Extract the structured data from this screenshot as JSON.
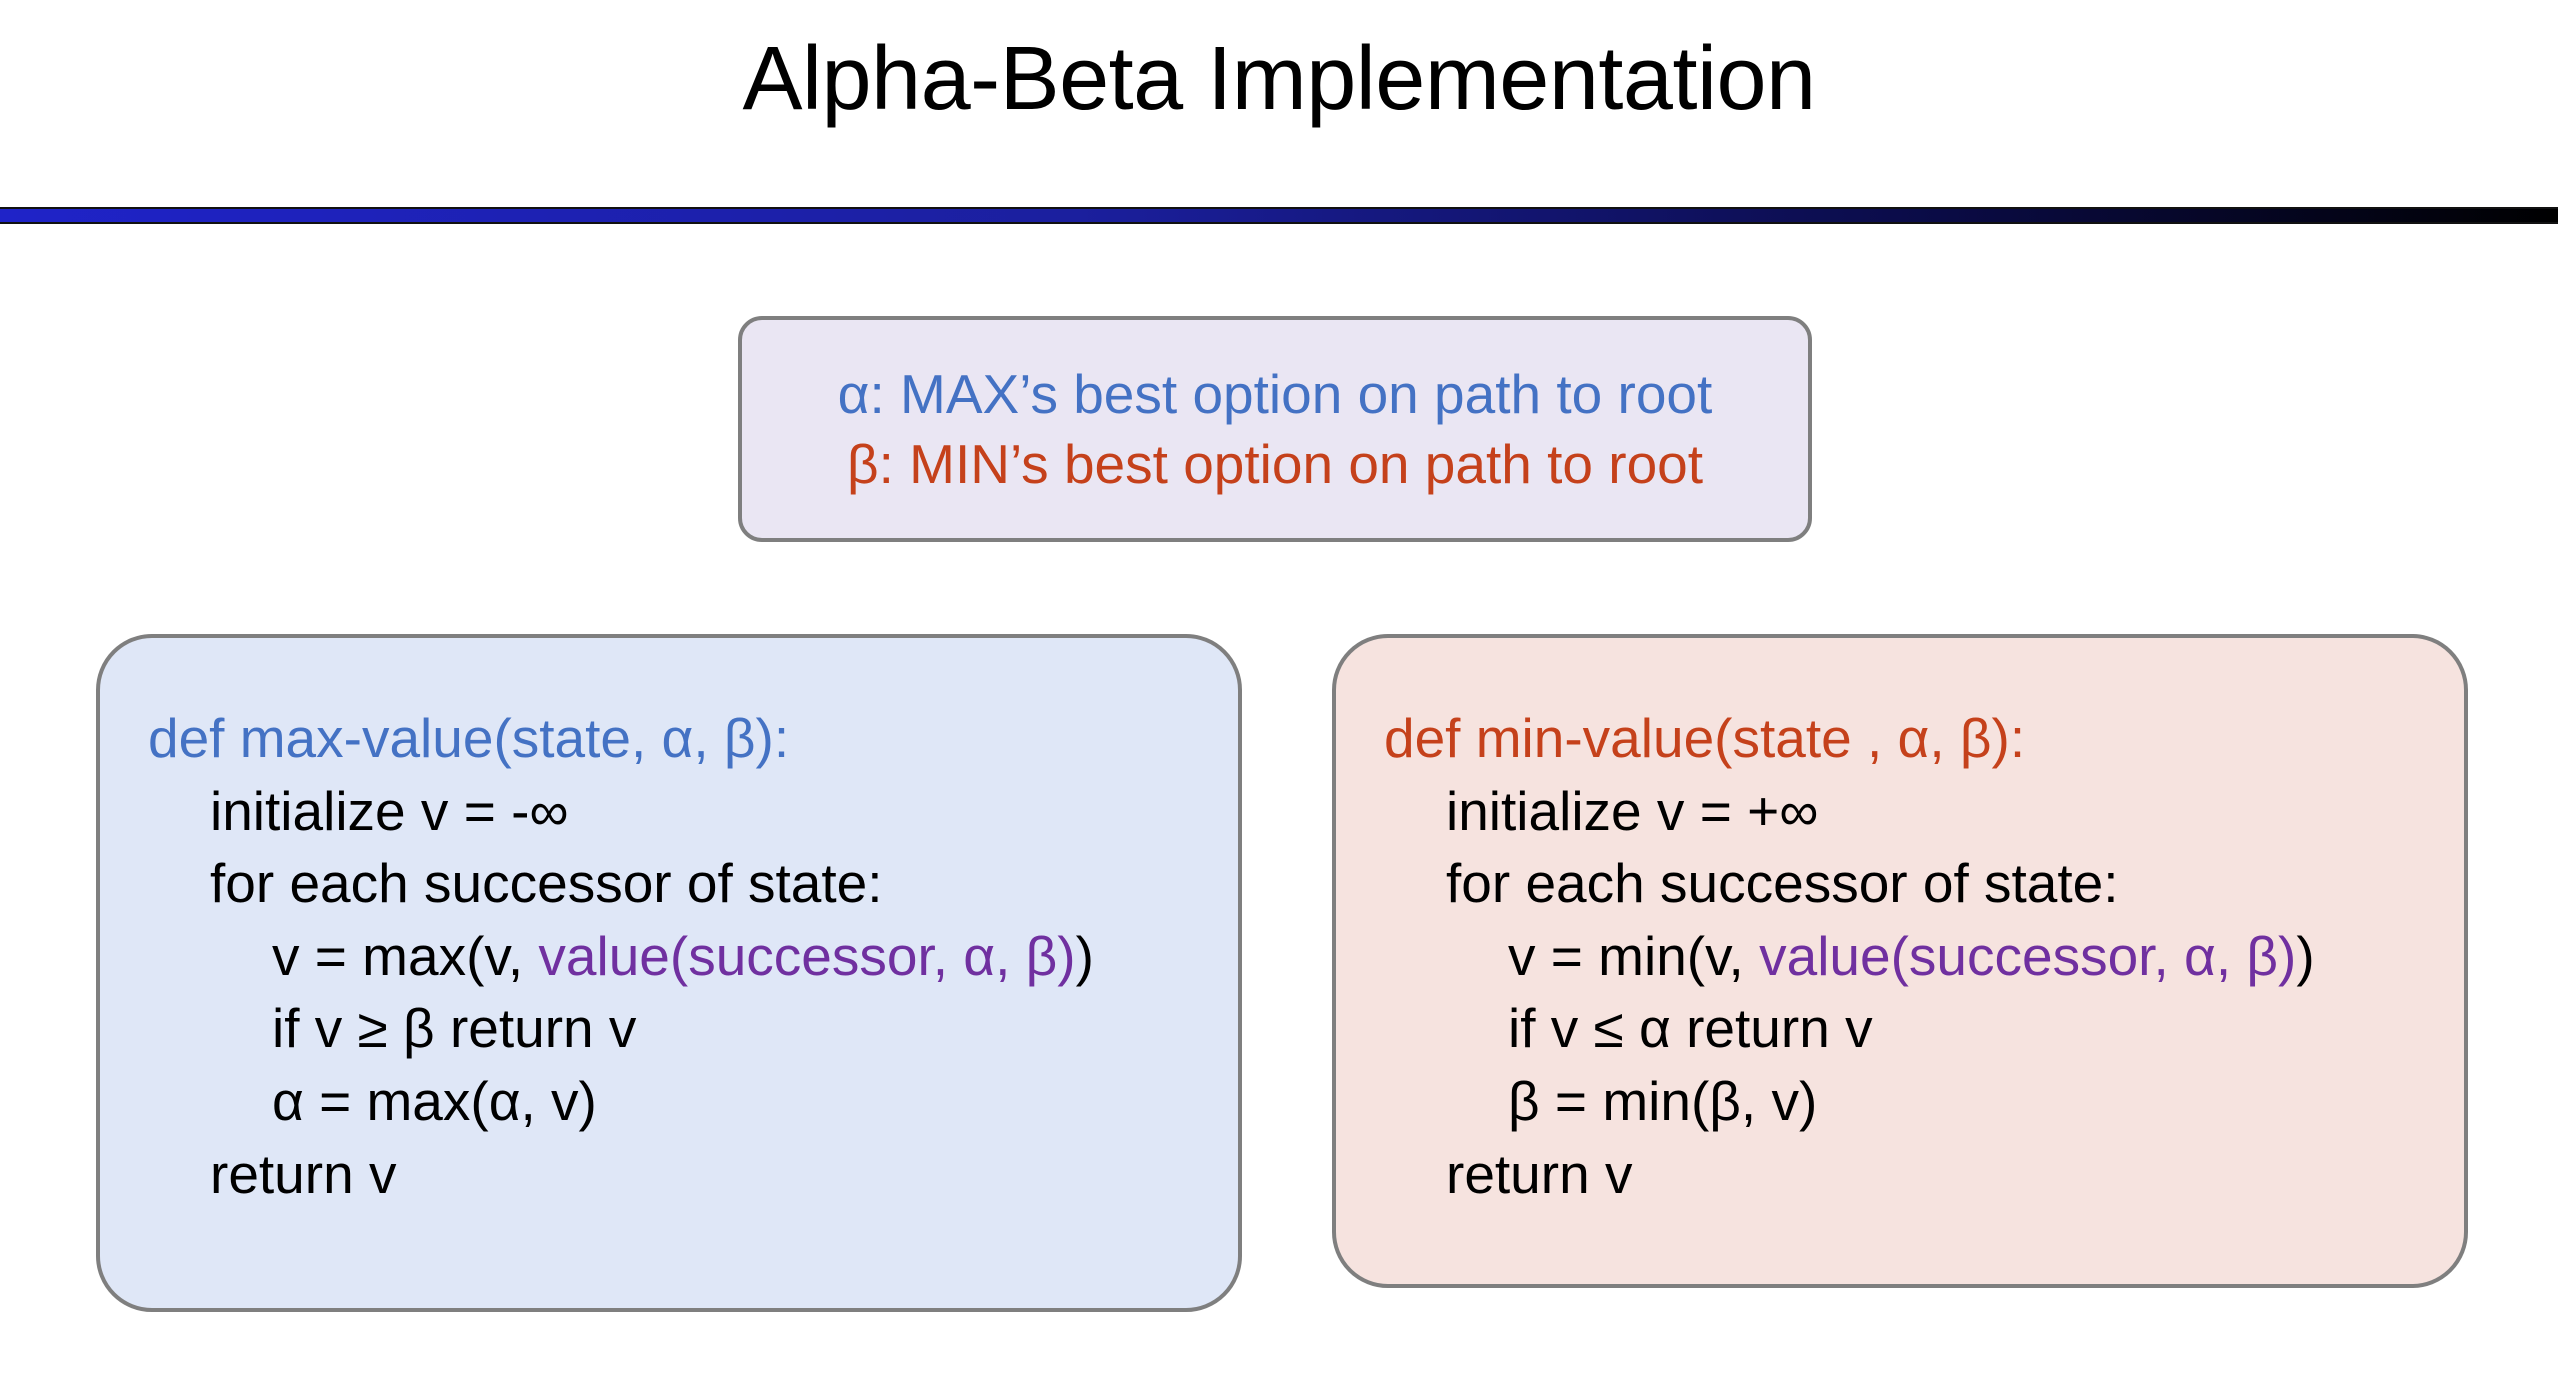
{
  "slide": {
    "title": "Alpha-Beta Implementation",
    "colors": {
      "alpha_blue": "#4472c4",
      "beta_red": "#c5411b",
      "value_purple": "#7030a0",
      "rule_blue": "#1f23c8",
      "rule_black": "#000000",
      "legend_bg": "#eae6f3",
      "max_panel_bg": "#dfe7f7",
      "min_panel_bg": "#f6e3df",
      "panel_border": "#7f7f7f"
    }
  },
  "legend": {
    "alpha_line": "α: MAX’s best option on path to root",
    "beta_line": "β: MIN’s best option on path to root"
  },
  "max_panel": {
    "lines": [
      {
        "indent": 0,
        "segments": [
          {
            "text": "def max-value(state, α, β):",
            "color": "blue"
          }
        ]
      },
      {
        "indent": 1,
        "segments": [
          {
            "text": "initialize v = -∞",
            "color": "black"
          }
        ]
      },
      {
        "indent": 1,
        "segments": [
          {
            "text": "for each successor of state:",
            "color": "black"
          }
        ]
      },
      {
        "indent": 2,
        "segments": [
          {
            "text": "v = max(v, ",
            "color": "black"
          },
          {
            "text": "value(successor, α, β)",
            "color": "purple"
          },
          {
            "text": ")",
            "color": "black"
          }
        ]
      },
      {
        "indent": 2,
        "segments": [
          {
            "text": "if v ≥ β return v",
            "color": "black"
          }
        ]
      },
      {
        "indent": 2,
        "segments": [
          {
            "text": "α = max(α, v)",
            "color": "black"
          }
        ]
      },
      {
        "indent": 1,
        "segments": [
          {
            "text": "return v",
            "color": "black"
          }
        ]
      }
    ]
  },
  "min_panel": {
    "lines": [
      {
        "indent": 0,
        "segments": [
          {
            "text": "def min-value(state , α, β):",
            "color": "red"
          }
        ]
      },
      {
        "indent": 1,
        "segments": [
          {
            "text": "initialize v = +∞",
            "color": "black"
          }
        ]
      },
      {
        "indent": 1,
        "segments": [
          {
            "text": "for each successor of state:",
            "color": "black"
          }
        ]
      },
      {
        "indent": 2,
        "segments": [
          {
            "text": "v = min(v, ",
            "color": "black"
          },
          {
            "text": "value(successor, α, β)",
            "color": "purple"
          },
          {
            "text": ")",
            "color": "black"
          }
        ]
      },
      {
        "indent": 2,
        "segments": [
          {
            "text": "if v ≤ α return v",
            "color": "black"
          }
        ]
      },
      {
        "indent": 2,
        "segments": [
          {
            "text": "β = min(β, v)",
            "color": "black"
          }
        ]
      },
      {
        "indent": 1,
        "segments": [
          {
            "text": "return v",
            "color": "black"
          }
        ]
      }
    ]
  }
}
